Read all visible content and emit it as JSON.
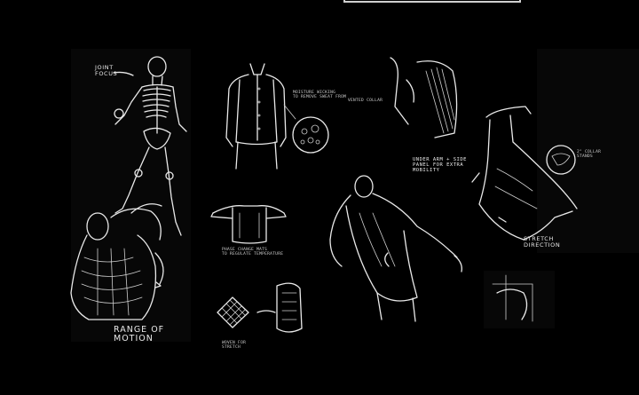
{
  "labels": {
    "joint_focus": "JOINT\nFOCUS",
    "range_of_motion": "RANGE OF\nMOTION",
    "moisture_wicking": "MOISTURE WICKING\nTO REMOVE SWEAT FROM",
    "vented_collar": "VENTED COLLAR",
    "phase_change": "PHASE CHANGE MATS\nTO REGULATE TEMPERATURE",
    "under_arm": "UNDER ARM + SIDE\nPANEL FOR EXTRA\nMOBILITY",
    "stretch_direction": "STRETCH\nDIRECTION",
    "collar_note": "2\" COLLAR\nSTANDS",
    "woven_note": "WOVEN FOR\nSTRETCH"
  }
}
